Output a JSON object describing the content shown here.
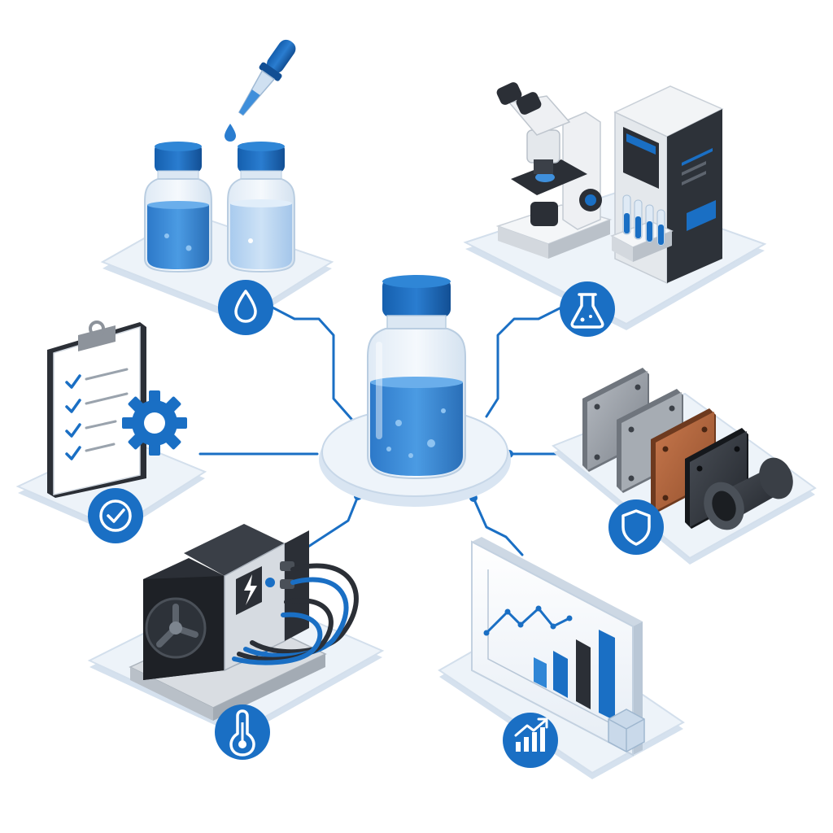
{
  "colors": {
    "primary_blue": "#1a6fc4",
    "dark_blue": "#0d4f96",
    "liquid_blue": "#3f8fdb",
    "platform": "#e9f0f8",
    "platform_edge": "#d3dfec",
    "connector": "#1a6fc4",
    "dark_gray": "#2b2f36",
    "steel_gray": "#8d939b",
    "copper": "#b5643a",
    "white": "#ffffff"
  },
  "center": {
    "icon": "bottle-icon"
  },
  "nodes": [
    {
      "id": "liquid-samples",
      "illustration": "sample-bottles-with-dropper",
      "badge_icon": "water-drop-icon"
    },
    {
      "id": "laboratory-analysis",
      "illustration": "microscope-and-analyzer",
      "badge_icon": "flask-icon"
    },
    {
      "id": "materials",
      "illustration": "metal-plates-and-pipe",
      "badge_icon": "shield-icon"
    },
    {
      "id": "data-analysis",
      "illustration": "chart-display-panel",
      "badge_icon": "growth-chart-icon"
    },
    {
      "id": "thermal-testing",
      "illustration": "cooling-unit-with-cables",
      "badge_icon": "thermometer-icon"
    },
    {
      "id": "quality-checklist",
      "illustration": "clipboard-with-gear",
      "badge_icon": "check-circle-icon"
    }
  ]
}
